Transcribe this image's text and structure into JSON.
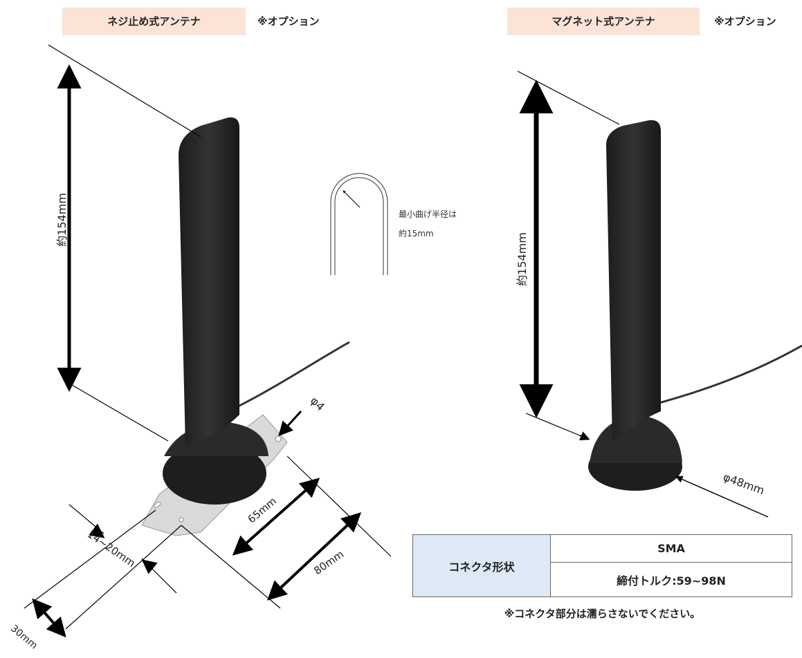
{
  "left_product": {
    "title": "ネジ止め式アンテナ",
    "option": "※オプション",
    "height_label": "約154mm",
    "hole_label": "φ4",
    "depth_label": "65mm",
    "length_label": "80mm",
    "slot_label": "14~20mm",
    "width_label": "30mm"
  },
  "bend": {
    "line1": "最小曲げ半径は",
    "line2": "約15mm"
  },
  "right_product": {
    "title": "マグネット式アンテナ",
    "option": "※オプション",
    "height_label": "約154mm",
    "base_label": "φ48mm"
  },
  "spec_table": {
    "header": "コネクタ形状",
    "value1": "SMA",
    "value2": "締付トルク:59~98N"
  },
  "note": "※コネクタ部分は濡らさないでください。"
}
